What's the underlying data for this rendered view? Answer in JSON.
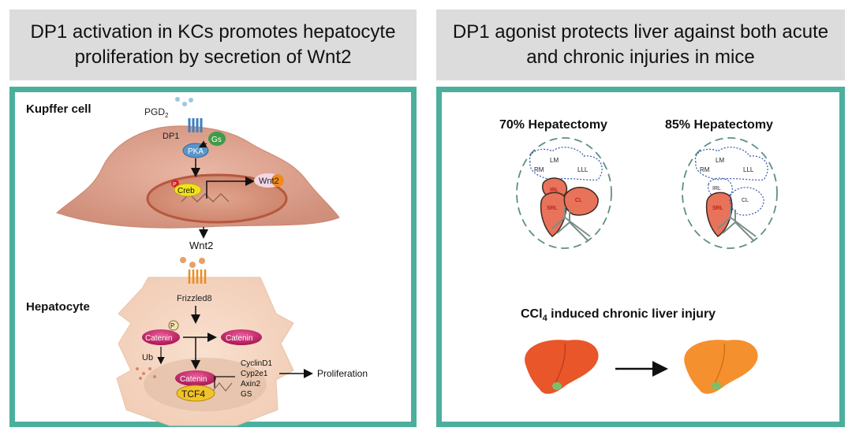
{
  "left_panel": {
    "title_line1": "DP1 activation in KCs promotes hepatocyte",
    "title_line2": "proliferation by secretion of Wnt2",
    "kupffer_label": "Kupffer cell",
    "pgd2": "PGD",
    "pgd2_sub": "2",
    "dp1": "DP1",
    "gs": "Gs",
    "pka": "PKA",
    "p": "P",
    "creb": "Creb",
    "wnt2_inside": "Wnt2",
    "wnt2_between": "Wnt2",
    "hepatocyte_label": "Hepatocyte",
    "frizzled8": "Frizzled8",
    "catenin": "Catenin",
    "ub": "Ub",
    "tcf4": "TCF4",
    "targets": [
      "CyclinD1",
      "Cyp2e1",
      "Axin2",
      "GS"
    ],
    "proliferation": "Proliferation"
  },
  "right_panel": {
    "title_line1": "DP1 agonist protects liver against both acute",
    "title_line2": "and chronic injuries in mice",
    "hep70": "70% Hepatectomy",
    "hep85": "85% Hepatectomy",
    "lobes": {
      "lm": "LM",
      "rm": "RM",
      "lll": "LLL",
      "irl": "IRL",
      "srl": "SRL",
      "cl": "CL"
    },
    "ccl4_pre": "CCl",
    "ccl4_sub": "4",
    "ccl4_post": " induced chronic liver injury"
  },
  "colors": {
    "accent_border": "#4caf9c",
    "header_bg": "#dcdcdc",
    "cell": "#d9a08c",
    "catenin": "#c2185b",
    "liver_injured": "#e8562a",
    "liver_healthy": "#f5902e"
  }
}
